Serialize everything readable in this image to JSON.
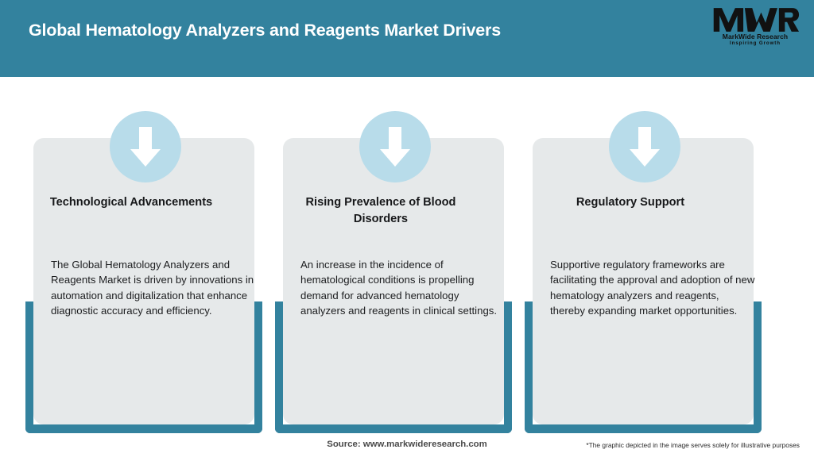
{
  "header": {
    "title": "Global Hematology Analyzers and Reagents Market Drivers",
    "bg_color": "#33829e",
    "title_color": "#ffffff"
  },
  "logo": {
    "mark": "MWR",
    "name": "MarkWide Research",
    "tagline": "Inspiring Growth"
  },
  "theme": {
    "teal": "#33829e",
    "panel_bg": "#e6e9ea",
    "badge_blue": "#b8dcea",
    "arrow_color": "#ffffff"
  },
  "cards": [
    {
      "icon": "down-arrow-icon",
      "title": "Technological Advancements",
      "body": "The Global Hematology Analyzers and Reagents Market is driven by innovations in automation and digitalization that enhance diagnostic accuracy and efficiency."
    },
    {
      "icon": "down-arrow-icon",
      "title": "Rising Prevalence of Blood Disorders",
      "body": "An increase in the incidence of hematological conditions is propelling demand for advanced hematology analyzers and reagents in clinical settings."
    },
    {
      "icon": "down-arrow-icon",
      "title": "Regulatory Support",
      "body": "Supportive regulatory frameworks are facilitating the approval and adoption of new hematology analyzers and reagents, thereby expanding market opportunities."
    }
  ],
  "footer": {
    "source": "Source: www.markwideresearch.com",
    "disclaimer": "*The graphic depicted in the image serves solely for illustrative purposes"
  }
}
